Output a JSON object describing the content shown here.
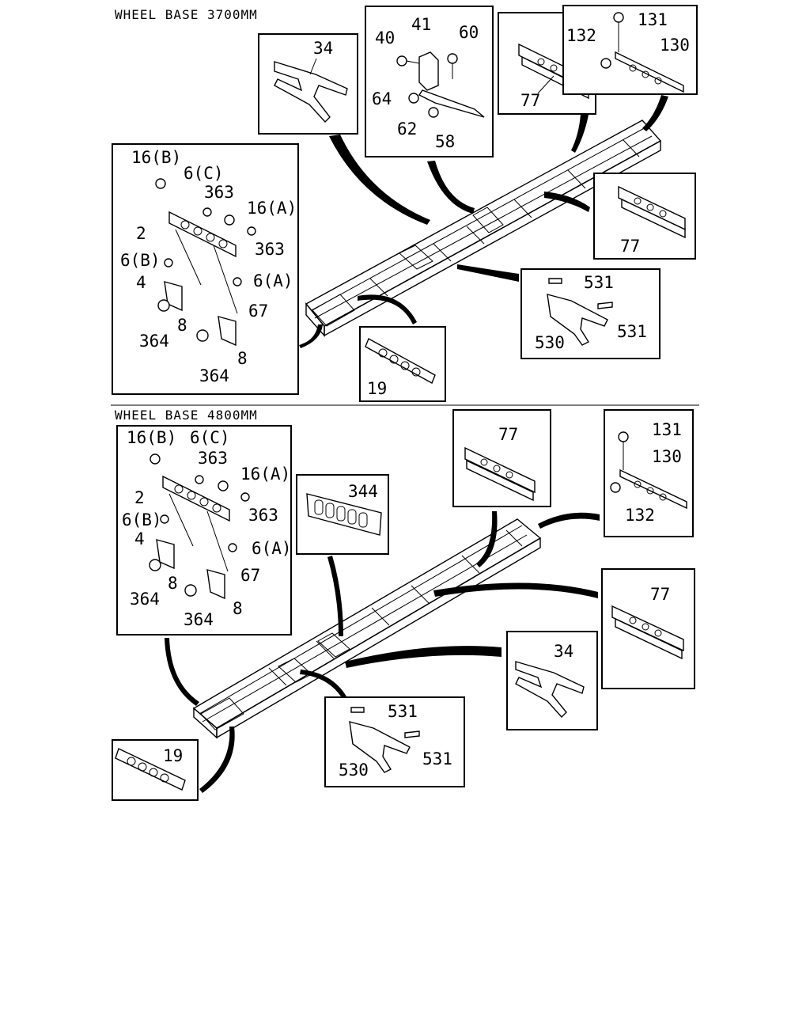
{
  "sections": [
    {
      "id": "wb3700",
      "title": "WHEEL BASE 3700MM"
    },
    {
      "id": "wb4800",
      "title": "WHEEL BASE 4800MM"
    }
  ],
  "callouts": {
    "t34": "34",
    "t41": "41",
    "t40": "40",
    "t60": "60",
    "t64": "64",
    "t62": "62",
    "t58": "58",
    "t77a": "77",
    "t131a": "131",
    "t132a": "132",
    "t130a": "130",
    "t16B": "16(B)",
    "t6C": "6(C)",
    "t363a": "363",
    "t16A": "16(A)",
    "t2": "2",
    "t363b": "363",
    "t6B": "6(B)",
    "t6A": "6(A)",
    "t4": "4",
    "t67": "67",
    "t8a": "8",
    "t364a": "364",
    "t364b": "364",
    "t8b": "8",
    "t77b": "77",
    "t531a": "531",
    "t531b": "531",
    "t530": "530",
    "t19": "19",
    "u77a": "77",
    "u131": "131",
    "u130": "130",
    "u132": "132",
    "u344": "344",
    "u16B": "16(B)",
    "u6C": "6(C)",
    "u363a": "363",
    "u16A": "16(A)",
    "u2": "2",
    "u363b": "363",
    "u6B": "6(B)",
    "u4": "4",
    "u6A": "6(A)",
    "u67": "67",
    "u8a": "8",
    "u364a": "364",
    "u364b": "364",
    "u8b": "8",
    "u77b": "77",
    "u34": "34",
    "u531a": "531",
    "u531b": "531",
    "u530": "530",
    "u19": "19"
  }
}
